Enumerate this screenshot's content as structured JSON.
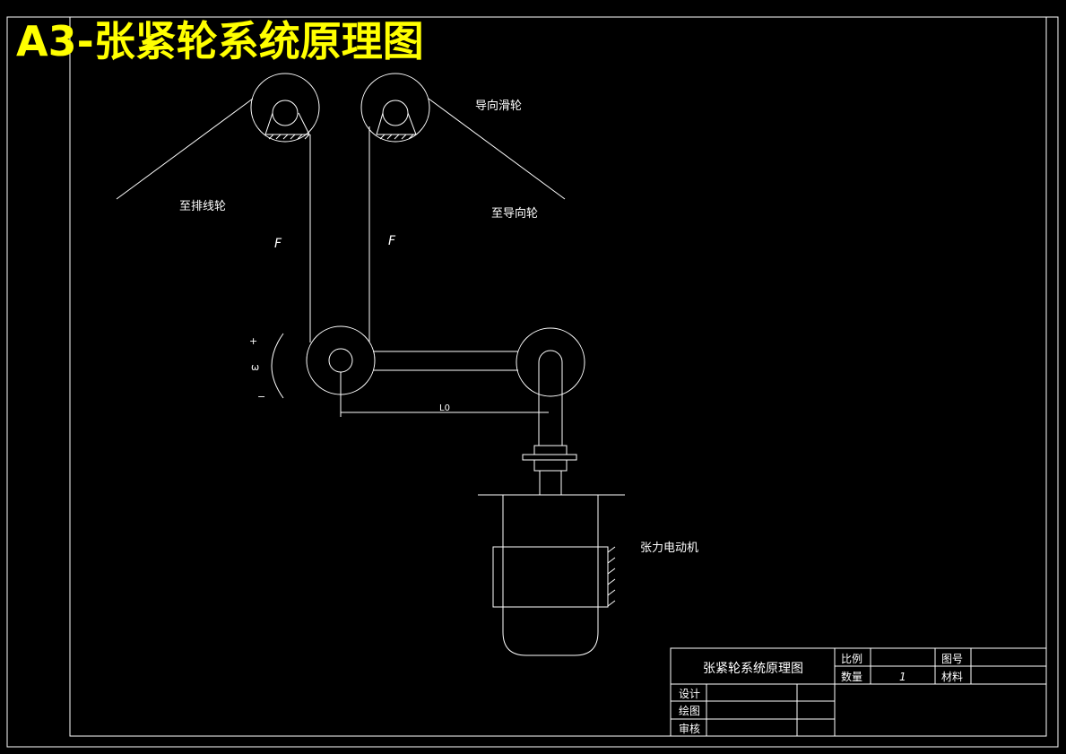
{
  "title": "A3-张紧轮系统原理图",
  "labels": {
    "guide_pulley": "导向滑轮",
    "to_winding_wheel": "至排线轮",
    "to_guide_wheel": "至导向轮",
    "force_left": "F",
    "force_right": "F",
    "plus": "+",
    "omega": "ω",
    "minus": "−",
    "distance": "L0",
    "motor": "张力电动机"
  },
  "title_block": {
    "drawing_name": "张紧轮系统原理图",
    "scale_label": "比例",
    "drawing_no_label": "图号",
    "quantity_label": "数量",
    "quantity_value": "1",
    "material_label": "材料",
    "design_label": "设计",
    "drafting_label": "绘图",
    "review_label": "审核"
  },
  "colors": {
    "background": "#000000",
    "lines": "#ffffff",
    "title": "#ffff00"
  }
}
